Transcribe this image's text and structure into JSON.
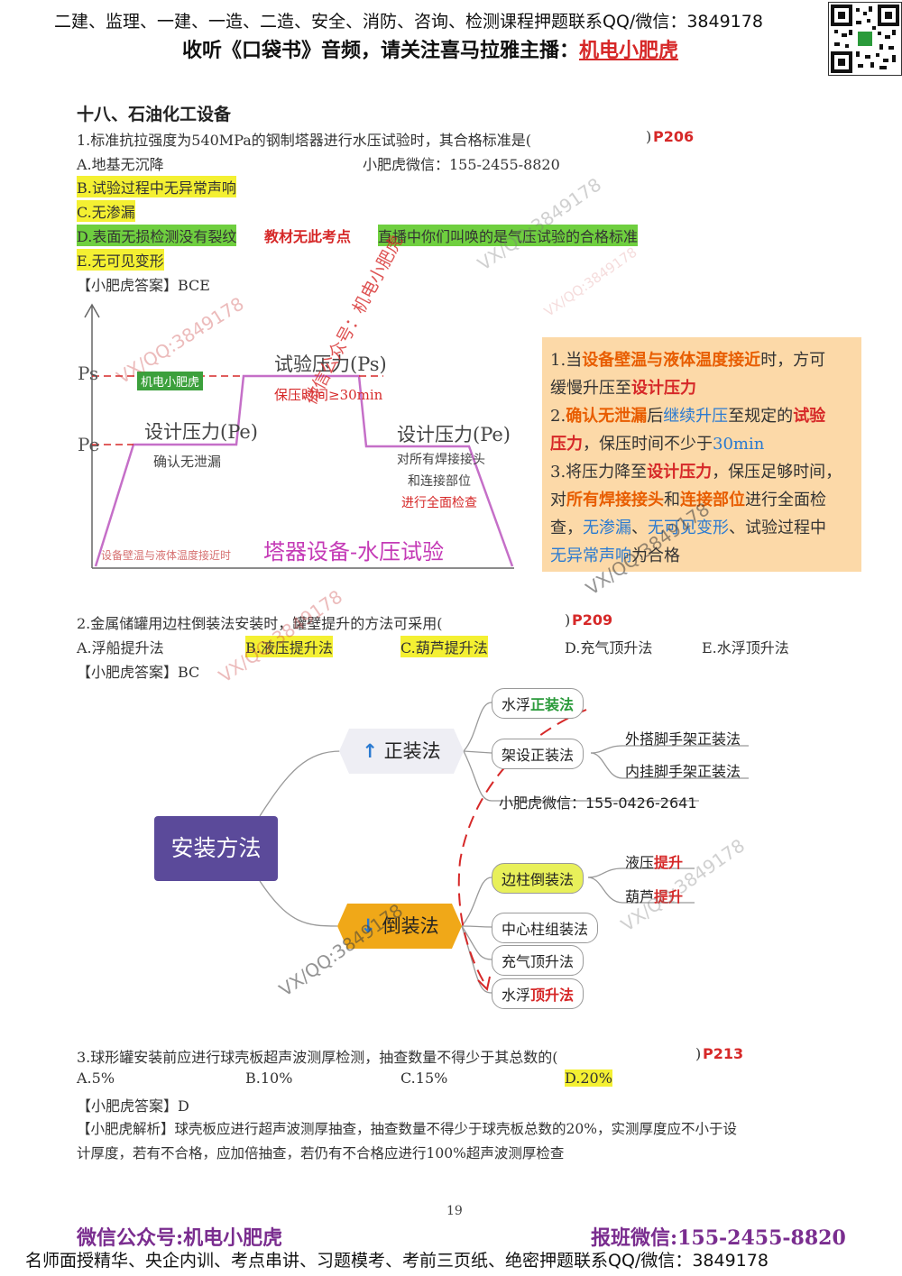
{
  "header": {
    "line1": "二建、监理、一建、一造、二造、安全、消防、咨询、检测课程押题联系QQ/微信：3849178",
    "line2_prefix": "收听《口袋书》音频，请关注喜马拉雅主播：",
    "line2_highlight": "机电小肥虎"
  },
  "section_title": "十八、石油化工设备",
  "q1": {
    "stem": "1.标准抗拉强度为540MPa的钢制塔器进行水压试验时，其合格标准是(",
    "close": ")",
    "ref": "P206",
    "wechat": "小肥虎微信：155-2455-8820",
    "options": {
      "a": "A.地基无沉降",
      "b": "B.试验过程中无异常声响",
      "c": "C.无渗漏",
      "d": "D.表面无损检测没有裂纹",
      "e": "E.无可见变形"
    },
    "d_note1": "教材无此考点",
    "d_note2": "直播中你们叫唤的是气压试验的合格标准",
    "answer": "【小肥虎答案】BCE"
  },
  "diagram1": {
    "ps": "Ps",
    "pe": "Pe",
    "brand": "机电小肥虎",
    "test_pressure": "试验压力(Ps)",
    "hold": "保压时间≥30min",
    "design1": "设计压力(Pe)",
    "confirm": "确认无泄漏",
    "design2": "设计压力(Pe)",
    "check1": "对所有焊接接头",
    "check2": "和连接部位",
    "check3": "进行全面检查",
    "bottom_left": "设备壁温与液体温度接近时",
    "caption": "塔器设备-水压试验",
    "vertical": "微信公众号：机电小肥虎"
  },
  "notes": {
    "l1": [
      "1.当",
      "设备壁温与液体温度接近",
      "时，方可"
    ],
    "l2": [
      "缓慢升压至",
      "设计压力"
    ],
    "l3": [
      "2.",
      "确认无泄漏",
      "后",
      "继续升压",
      "至规定的",
      "试验"
    ],
    "l4": [
      "压力",
      "，保压时间不少于",
      "30min"
    ],
    "l5": [
      "3.将压力降至",
      "设计压力",
      "，保压足够时间，"
    ],
    "l6": [
      "对",
      "所有焊接接头",
      "和",
      "连接部位",
      "进行全面检"
    ],
    "l7": [
      "查，",
      "无渗漏",
      "、",
      "无可见变形",
      "、试验过程中"
    ],
    "l8": [
      "无异常声响",
      "为合格"
    ]
  },
  "q2": {
    "stem": "2.金属储罐用边柱倒装法安装时，罐壁提升的方法可采用(",
    "close": ")",
    "ref": "P209",
    "options": {
      "a": "A.浮船提升法",
      "b": "B.液压提升法",
      "c": "C.葫芦提升法",
      "d": "D.充气顶升法",
      "e": "E.水浮顶升法"
    },
    "answer": "【小肥虎答案】BC"
  },
  "mindmap": {
    "root": "安装方法",
    "up_branch": "正装法",
    "down_branch": "倒装法",
    "up_items": {
      "water_a": "水浮",
      "water_b": "正装法",
      "frame": "架设正装法",
      "outer": "外搭脚手架正装法",
      "inner": "内挂脚手架正装法",
      "wechat": "小肥虎微信：155-0426-2641"
    },
    "down_items": {
      "side": "边柱倒装法",
      "hyd_a": "液压",
      "hyd_b": "提升",
      "gourd_a": "葫芦",
      "gourd_b": "提升",
      "center": "中心柱组装法",
      "air": "充气顶升法",
      "float_a": "水浮",
      "float_b": "顶升法"
    }
  },
  "q3": {
    "stem": "3.球形罐安装前应进行球壳板超声波测厚检测，抽查数量不得少于其总数的(",
    "close": ")",
    "ref": "P213",
    "options": {
      "a": "A.5%",
      "b": "B.10%",
      "c": "C.15%",
      "d": "D.20%"
    },
    "answer": "【小肥虎答案】D",
    "analysis1": "【小肥虎解析】球壳板应进行超声波测厚抽查，抽查数量不得少于球壳板总数的20%，实测厚度应不小于设",
    "analysis2": "计厚度，若有不合格，应加倍抽查，若仍有不合格应进行100%超声波测厚检查"
  },
  "page_number": "19",
  "watermarks": {
    "w1": "VX/QQ:3849178",
    "w2": "VX/QQ:3849178",
    "w3": "VX/QQ:3849178",
    "w4": "VX/QQ:3849178",
    "w5": "VX/QQ:3849178",
    "w6": "VX/QQ:3849178",
    "w7": "VX/QQ:3849178"
  },
  "footer": {
    "left": "微信公众号:机电小肥虎",
    "right": "报班微信:155-2455-8820",
    "bottom": "名师面授精华、央企内训、考点串讲、习题模考、考前三页纸、绝密押题联系QQ/微信：3849178"
  },
  "colors": {
    "accent_red": "#d62828",
    "highlight_yellow": "#f4f032",
    "highlight_green": "#6fcf3f",
    "root_purple": "#5b4a9a",
    "down_orange": "#f0a818",
    "note_bg": "#fcd9a8"
  }
}
